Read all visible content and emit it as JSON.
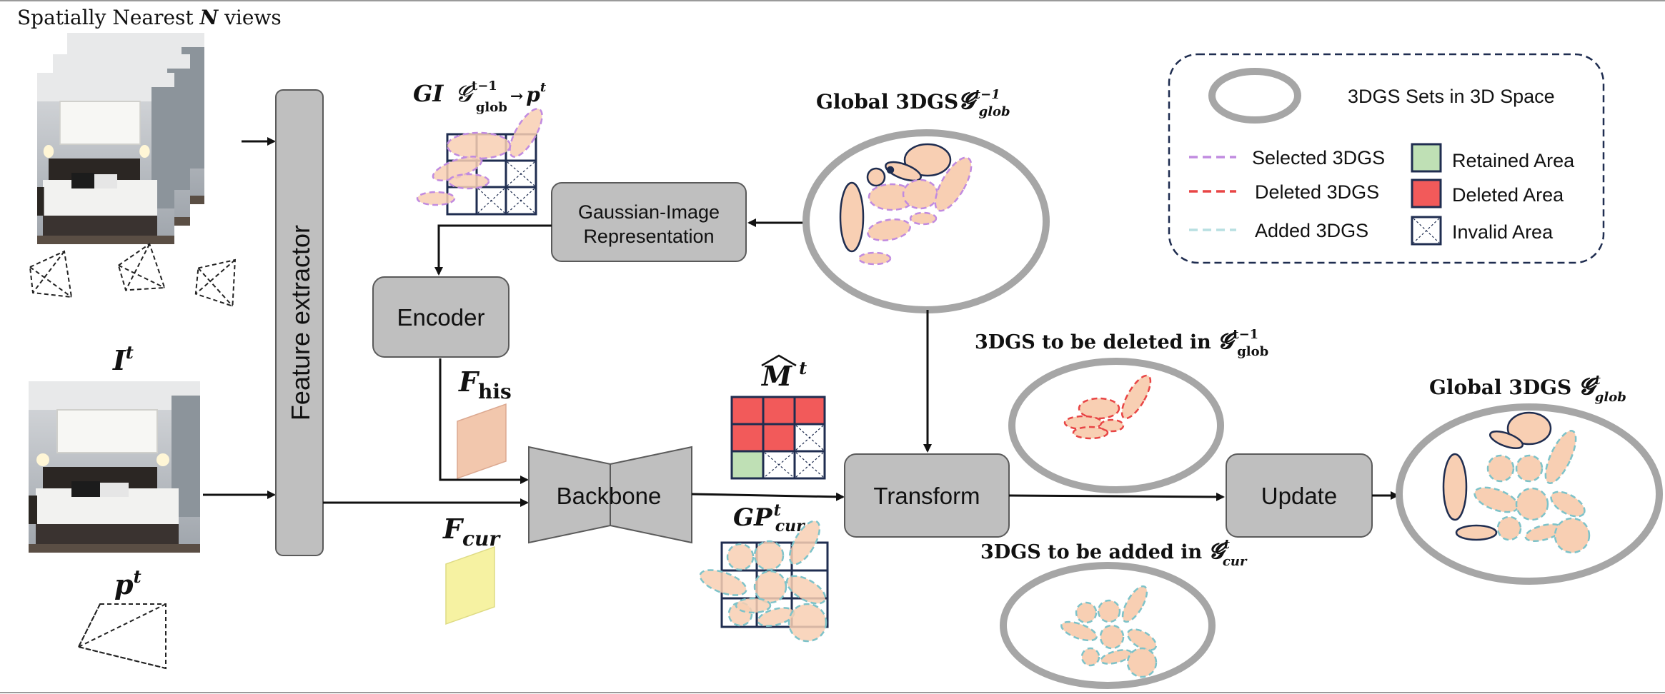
{
  "labels": {
    "nearest_views": "Spatially Nearest",
    "nearest_views_var": "N",
    "nearest_views_suffix": "views",
    "feature_extractor": "Feature extractor",
    "gi_label": "GI",
    "gi_sup_1": "t−1",
    "gi_sub": "glob",
    "gi_arrow": "→",
    "gi_p": "p",
    "gi_p_sup": "t",
    "global_prev": "Global 3DGS",
    "global_prev_sup": "t−1",
    "global_prev_sub": "glob",
    "gaussian_image_line1": "Gaussian-Image",
    "gaussian_image_line2": "Representation",
    "encoder": "Encoder",
    "f_his": "F",
    "f_his_sub": "his",
    "f_cur": "F",
    "f_cur_sub": "cur",
    "backbone": "Backbone",
    "m_hat": "M",
    "m_hat_sup": "t",
    "gp_label": "GP",
    "gp_sup": "t",
    "gp_sub": "cur",
    "transform": "Transform",
    "update": "Update",
    "to_delete": "3DGS to be deleted in",
    "to_delete_sup": "t−1",
    "to_delete_sub": "glob",
    "to_add": "3DGS to be added in",
    "to_add_sup": "t",
    "to_add_sub": "cur",
    "global_new": "Global 3DGS",
    "global_new_sup": "t",
    "global_new_sub": "glob",
    "image_current": "I",
    "image_current_sup": "t",
    "pose_current": "p",
    "pose_current_sup": "t",
    "script_g": "𝓖"
  },
  "legend": {
    "sets_3d": "3DGS Sets in 3D Space",
    "selected": "Selected 3DGS",
    "deleted": "Deleted 3DGS",
    "added": "Added 3DGS",
    "retained_area": "Retained  Area",
    "deleted_area": "Deleted  Area",
    "invalid_area": "Invalid Area"
  },
  "colors": {
    "box_fill": "#bfbfbf",
    "box_stroke": "#5a5a5a",
    "ellipse_gray": "#a6a6a6",
    "gaussian_fill": "#f8cfb3",
    "selected": "#c18be0",
    "deleted": "#e84545",
    "added": "#7ec3c9",
    "grid_navy": "#1f2d50",
    "retained_fill": "#bfe0b5",
    "deleted_fill": "#f25a5a",
    "f_his_fill": "#f2c7ad",
    "f_cur_fill": "#f6f2a2"
  }
}
